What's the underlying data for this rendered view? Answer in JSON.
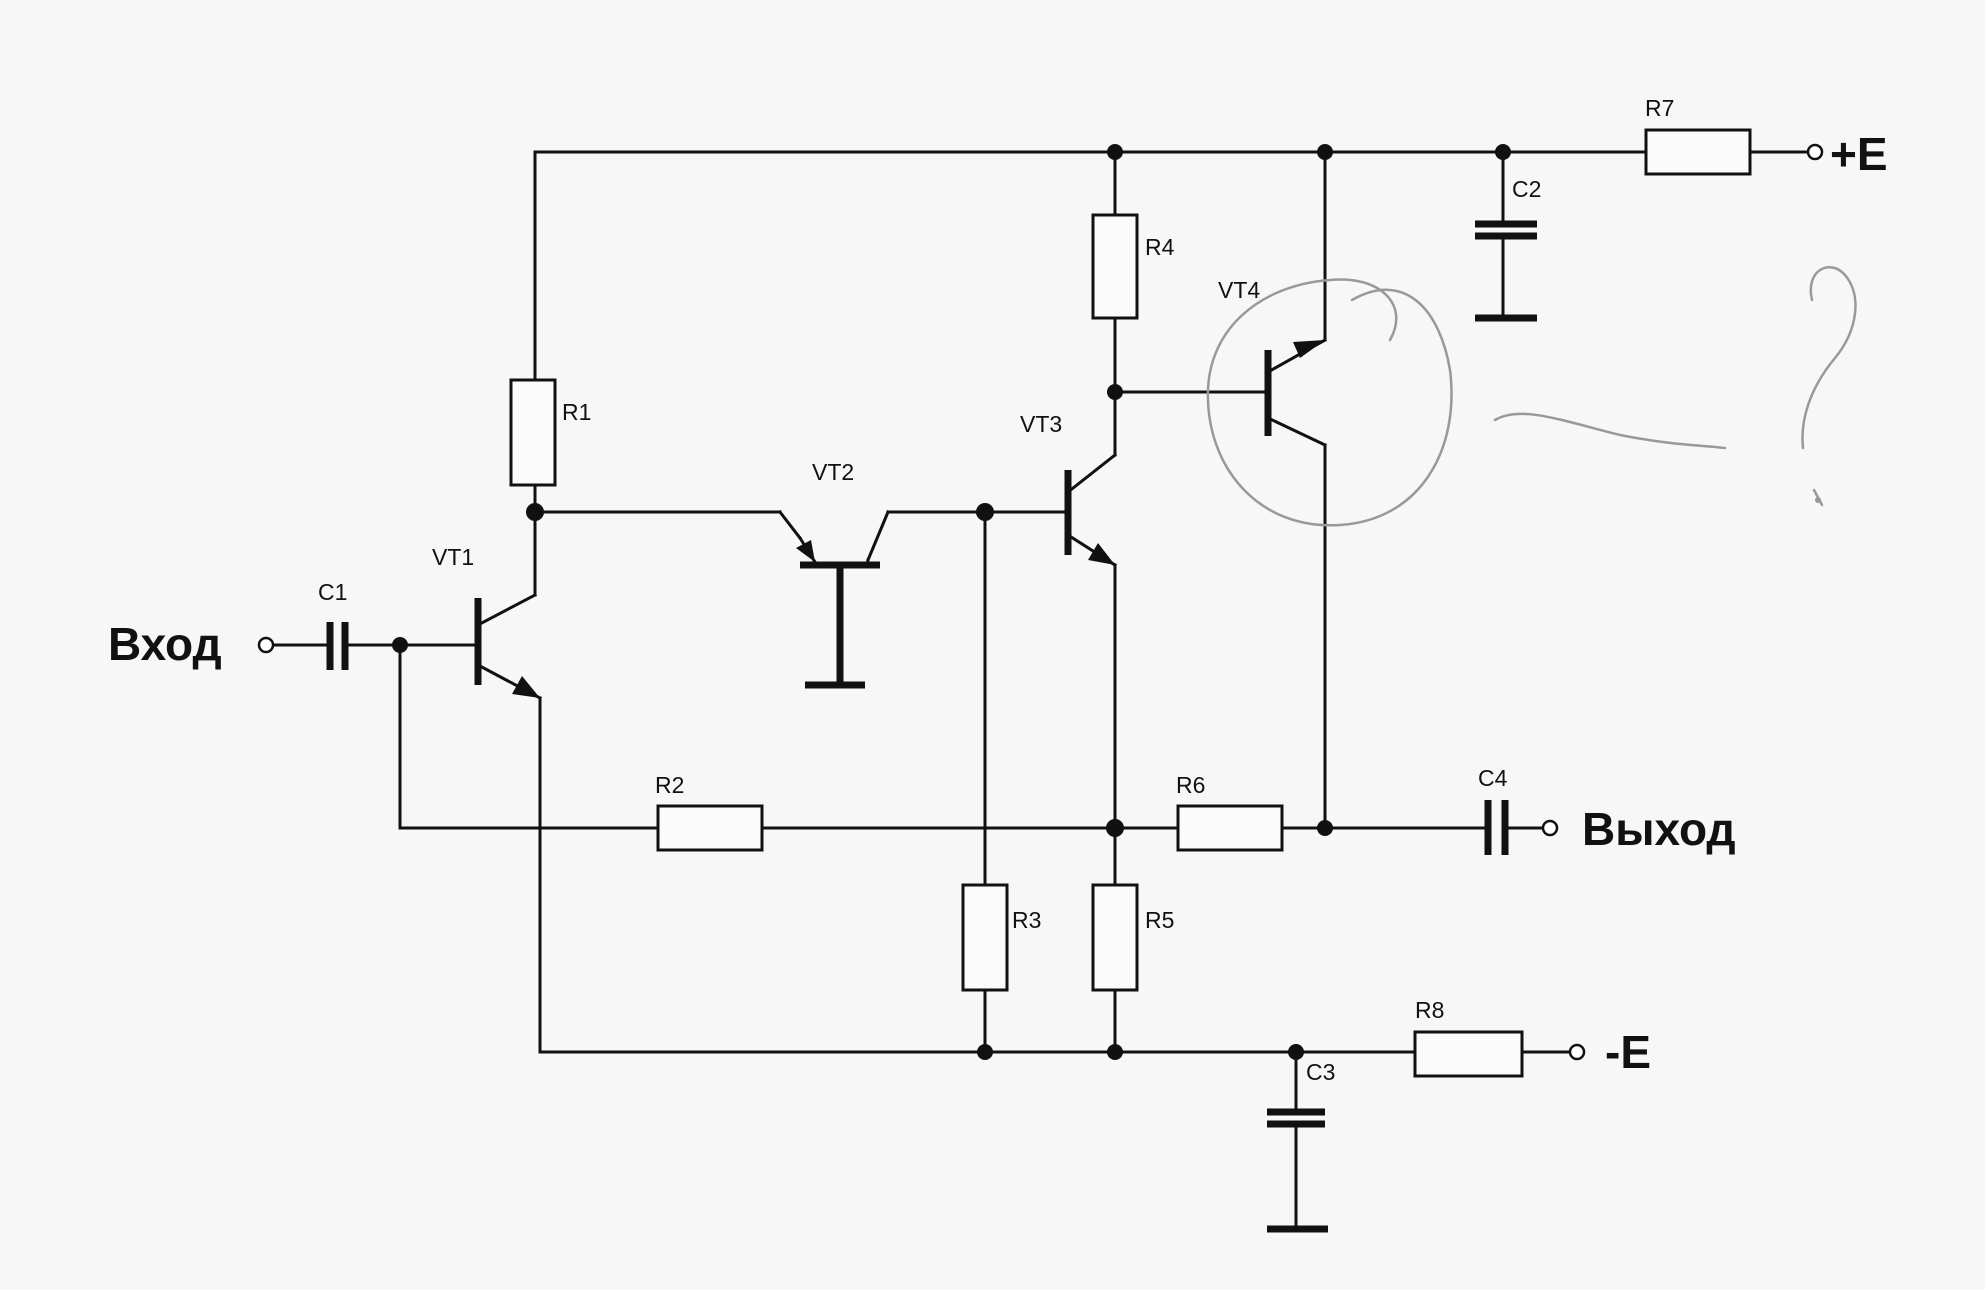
{
  "terminals": {
    "input": "Вход",
    "output": "Выход",
    "plus": "+E",
    "minus": "-E"
  },
  "resistors": [
    "R1",
    "R2",
    "R3",
    "R4",
    "R5",
    "R6",
    "R7",
    "R8"
  ],
  "capacitors": [
    "C1",
    "C2",
    "C3",
    "C4"
  ],
  "transistors": [
    "VT1",
    "VT2",
    "VT3",
    "VT4"
  ],
  "annotation": {
    "mark": "?",
    "color": "#999999"
  }
}
